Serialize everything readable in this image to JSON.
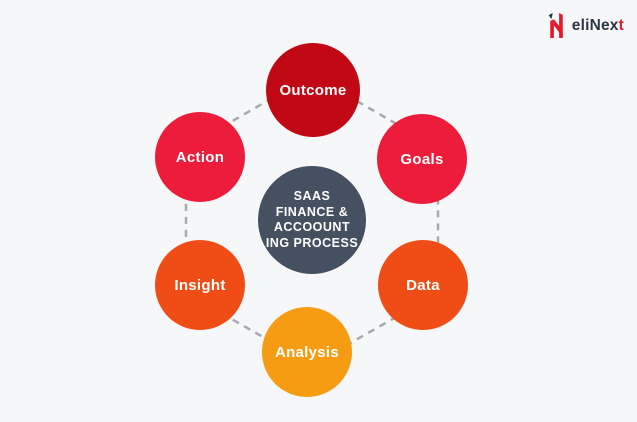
{
  "background": "#f6f7f9",
  "logo": {
    "name_main": "eliNex",
    "name_accent": "t",
    "text_color": "#2d3744",
    "accent_color": "#e5192e"
  },
  "center": {
    "lines": [
      "SAAS",
      "FINANCE &",
      "ACCOOUNT",
      "ING PROCESS"
    ],
    "color": "#455060",
    "text_color": "#ffffff"
  },
  "nodes": [
    {
      "id": "outcome",
      "label": "Outcome",
      "color": "#c10915"
    },
    {
      "id": "goals",
      "label": "Goals",
      "color": "#ed1c3b"
    },
    {
      "id": "data",
      "label": "Data",
      "color": "#f04d16"
    },
    {
      "id": "analysis",
      "label": "Analysis",
      "color": "#f69c12"
    },
    {
      "id": "insight",
      "label": "Insight",
      "color": "#f04d16"
    },
    {
      "id": "action",
      "label": "Action",
      "color": "#ed1c3b"
    }
  ],
  "connector_color": "#a7a9ad"
}
